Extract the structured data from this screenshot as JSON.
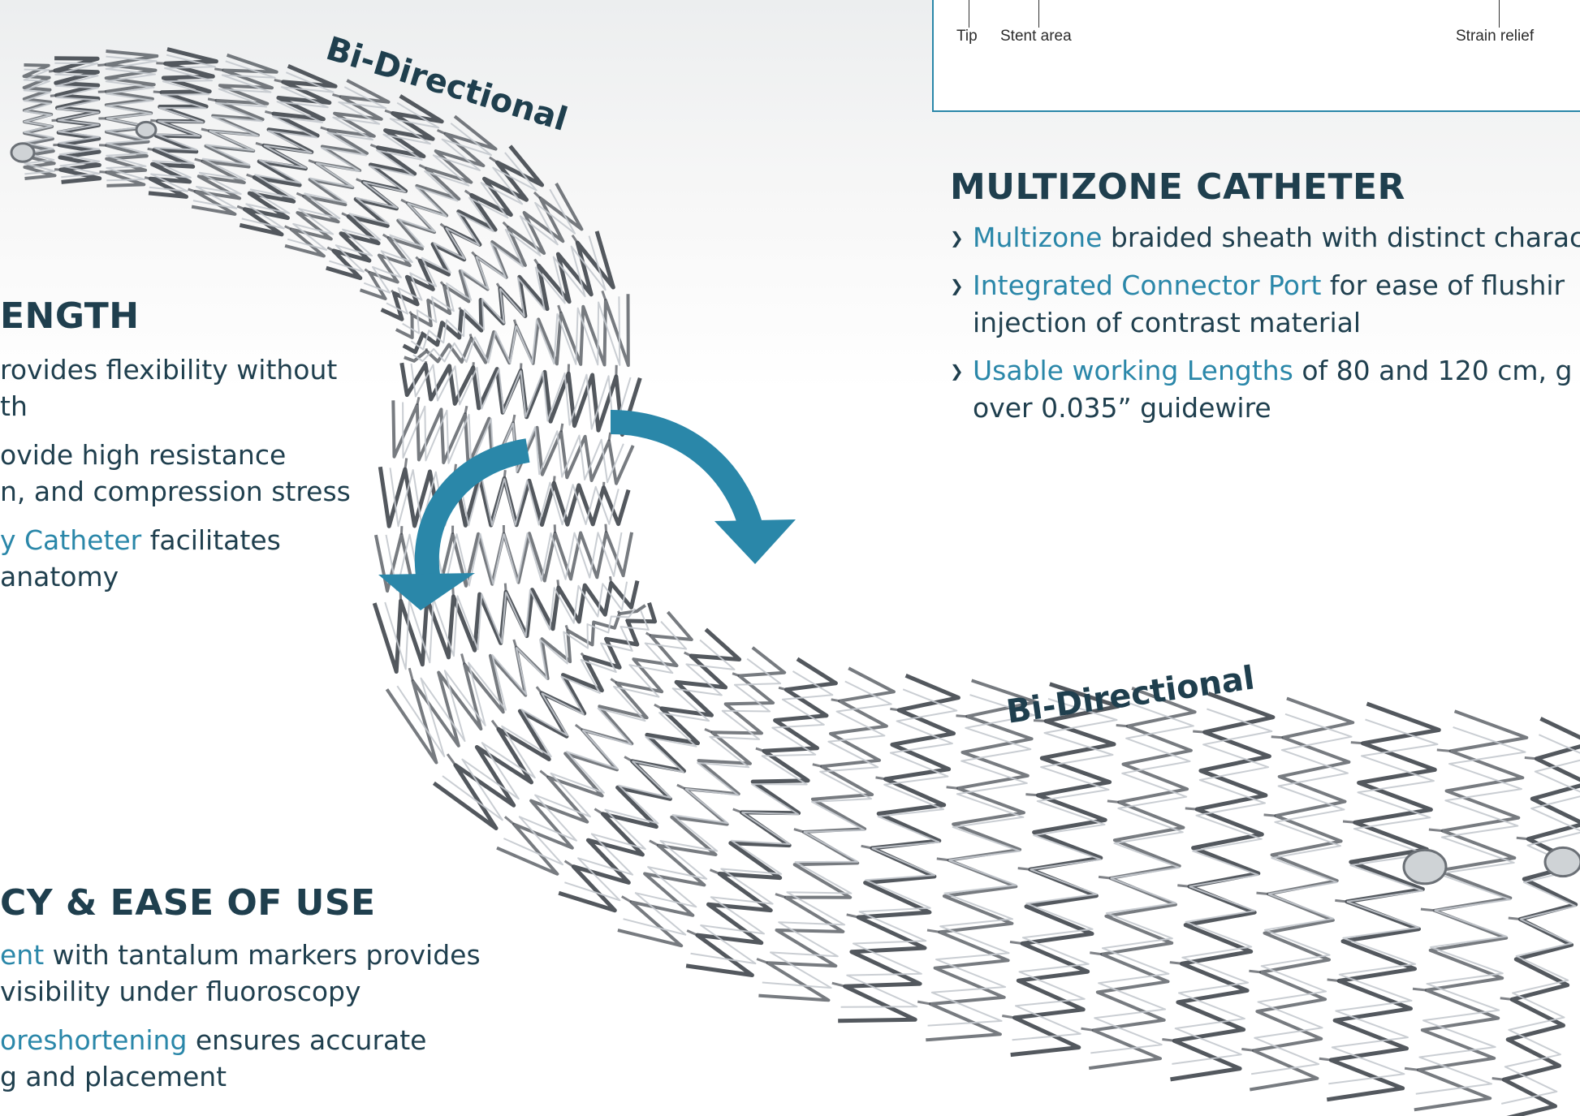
{
  "catheter_diagram": {
    "labels": {
      "tip": "Tip",
      "stent_area": "Stent area",
      "strain_relief": "Strain relief"
    }
  },
  "multizone": {
    "heading": "MULTIZONE CATHETER",
    "bullets": [
      {
        "highlight": "Multizone",
        "text": " braided sheath with distinct charac"
      },
      {
        "highlight": "Integrated Connector Port",
        "text": " for ease of flushir",
        "line2": "injection of contrast material"
      },
      {
        "highlight": "Usable working Lengths",
        "text": " of 80 and 120 cm, g",
        "line2": "over 0.035” guidewire"
      }
    ]
  },
  "strength": {
    "heading": "ENGTH",
    "bullets": [
      {
        "line1": "rovides flexibility without",
        "line2": "th"
      },
      {
        "line1": "ovide high resistance",
        "line2": "n, and compression stress"
      },
      {
        "highlight": "y Catheter",
        "text": " facilitates",
        "line2": "anatomy"
      }
    ]
  },
  "accuracy": {
    "heading": "CY & EASE OF USE",
    "bullets": [
      {
        "highlight": "ent",
        "text": " with tantalum markers provides",
        "line2": "visibility under fluoroscopy"
      },
      {
        "highlight": "oreshortening",
        "text": " ensures accurate",
        "line2": "g and placement"
      }
    ]
  },
  "bidirectional": {
    "top_label": "Bi-Directional",
    "bottom_label": "Bi-Directional"
  },
  "colors": {
    "accent": "#2a87a9",
    "heading": "#1f3f4e",
    "arrow": "#2a87a9",
    "stent_dark": "#4a4f55",
    "stent_light": "#c4c9ce"
  }
}
